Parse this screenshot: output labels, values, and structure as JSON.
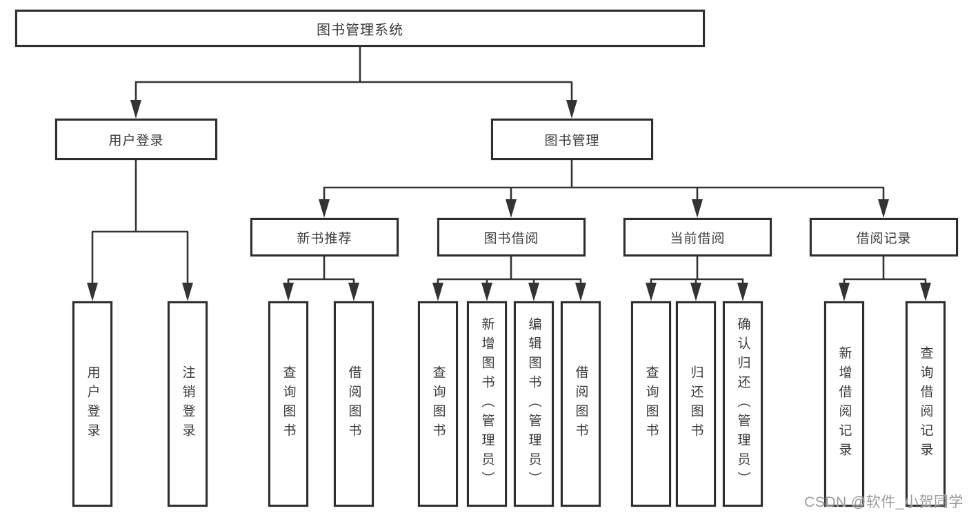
{
  "diagram": {
    "title": "图书管理系统",
    "branches": {
      "user_login": {
        "label": "用户登录",
        "children": [
          "用户登录",
          "注销登录"
        ]
      },
      "book_mgmt": {
        "label": "图书管理",
        "sections": [
          {
            "label": "新书推荐",
            "children": [
              "查询图书",
              "借阅图书"
            ]
          },
          {
            "label": "图书借阅",
            "children": [
              "查询图书",
              "新增图书（管理员）",
              "编辑图书（管理员）",
              "借阅图书"
            ]
          },
          {
            "label": "当前借阅",
            "children": [
              "查询图书",
              "归还图书",
              "确认归还（管理员）"
            ]
          },
          {
            "label": "借阅记录",
            "children": [
              "新增借阅记录",
              "查询借阅记录"
            ]
          }
        ]
      }
    }
  },
  "watermark": {
    "text": "CSDN @软件_小贺同学"
  },
  "colors": {
    "line": "#333333",
    "box_border": "#2e2e2e",
    "text": "#3a3a3a",
    "watermark": "#969696",
    "background": "#ffffff"
  }
}
